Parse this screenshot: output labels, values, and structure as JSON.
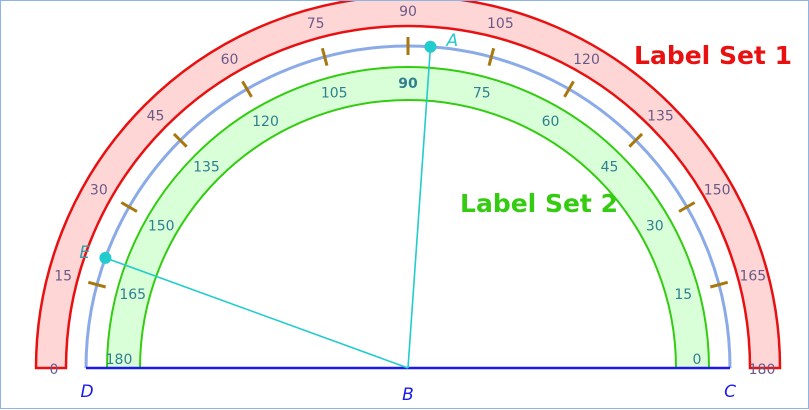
{
  "label_set_1": {
    "title": "Label Set 1",
    "ticks": [
      "0",
      "15",
      "30",
      "45",
      "60",
      "75",
      "90",
      "105",
      "120",
      "135",
      "150",
      "165",
      "180"
    ],
    "fill": "#ffd6d6",
    "stroke": "#e81010",
    "text_color": "#6a5a88",
    "title_color": "#e81010"
  },
  "label_set_2": {
    "title": "Label Set 2",
    "ticks": [
      "180",
      "165",
      "150",
      "135",
      "120",
      "105",
      "90",
      "75",
      "60",
      "45",
      "30",
      "15",
      "0"
    ],
    "fill": "#d9ffd9",
    "stroke": "#33cc11",
    "text_color": "#2f7f8f",
    "title_color": "#33cc11",
    "highlight_tick": "90"
  },
  "protractor": {
    "arc_color": "#8aaae8",
    "tick_color": "#a87810",
    "baseline_color": "#1a1aee",
    "ray_color": "#22cccc"
  },
  "points": {
    "A": {
      "label": "A",
      "angle_deg": 86
    },
    "B": {
      "label": "B"
    },
    "C": {
      "label": "C"
    },
    "D": {
      "label": "D"
    },
    "E": {
      "label": "E",
      "angle_deg": 160
    }
  }
}
